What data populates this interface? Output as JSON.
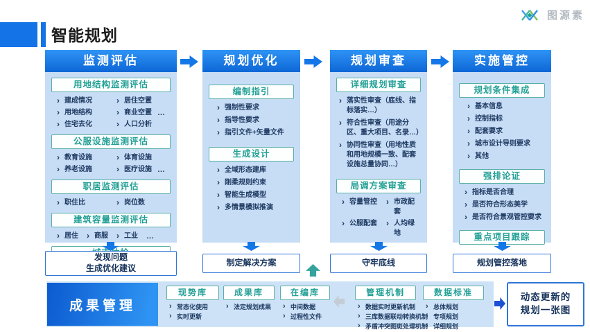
{
  "header": {
    "title": "智能规划",
    "logo": "图源素"
  },
  "colors": {
    "primary_blue": "#1377E8",
    "header_gradient": [
      "#2F93F5",
      "#0D67D6"
    ],
    "column_bg": "#C7DCF5",
    "teal_border": "#58B0A8",
    "teal_text": "#23A096",
    "navy_text": "#1F3B63",
    "result_border": "#2E75D6",
    "panel_bg": "#CDE2F6",
    "cg_gradient": [
      "#0C5BD0",
      "#2E93F2"
    ],
    "up_arrow_teal": "#35A39B",
    "gray_arrow": "#C4CDD6",
    "dark_blue_arrow": "#1A4FD6"
  },
  "columns": [
    {
      "title": "监测评估",
      "boxes": [
        {
          "title": "用地结构监测评估",
          "rows": [
            [
              "建成情况",
              "居住空置"
            ],
            [
              "用地结构",
              "商业空置"
            ],
            [
              "住宅去化",
              "人口分析"
            ]
          ],
          "more": "…"
        },
        {
          "title": "公服设施监测评估",
          "rows": [
            [
              "教育设施",
              "体育设施"
            ],
            [
              "养老设施",
              "医疗设施"
            ]
          ],
          "more": "…"
        },
        {
          "title": "职居监测评估",
          "rows": [
            [
              "职住比",
              "岗位数"
            ]
          ]
        },
        {
          "title": "建筑容量监测评估",
          "row": [
            "居住",
            "商服",
            "工业"
          ],
          "more": "…"
        },
        {
          "title": "城市体检"
        }
      ],
      "result": "发现问题\n生成优化建议"
    },
    {
      "title": "规划优化",
      "boxes": [
        {
          "title": "编制指引",
          "items": [
            "强制性要求",
            "指导性要求",
            "指引文件+矢量文件"
          ]
        },
        {
          "title": "生成设计",
          "items": [
            "全域形态建库",
            "刚柔规则约束",
            "智能生成模型",
            "多情景模拟推演"
          ]
        }
      ],
      "result": "制定解决方案"
    },
    {
      "title": "规划审查",
      "boxes": [
        {
          "title": "详细规划审查",
          "items": [
            "落实性审查（底线、指标落实…）",
            "符合性审查（用途分区、重大项目、名录…）",
            "协同性审查（用地性质和用地规模一致、配套设施总量协同…）"
          ]
        },
        {
          "title": "局调方案审查",
          "rows": [
            [
              "容量管控",
              "市政配套"
            ],
            [
              "公服配套",
              "人均绿地"
            ]
          ],
          "more": "…"
        }
      ],
      "result": "守牢底线"
    },
    {
      "title": "实施管控",
      "boxes": [
        {
          "title": "规划条件集成",
          "items": [
            "基本信息",
            "控制指标",
            "配套要求",
            "城市设计导则要求",
            "其他"
          ]
        },
        {
          "title": "强排论证",
          "items": [
            "指标是否合理",
            "是否符合形态美学",
            "是否符合景观管控要求"
          ]
        },
        {
          "title": "重点项目跟踪"
        }
      ],
      "result": "规划管控落地"
    }
  ],
  "bottom": {
    "main_label": "成果管理",
    "groups": [
      {
        "title": "现势库",
        "items": [
          "常态化使用",
          "实时更新"
        ]
      },
      {
        "title": "成果库",
        "items": [
          "法定规划成果"
        ]
      },
      {
        "title": "在编库",
        "items": [
          "中间数据",
          "过程性文件"
        ]
      },
      {
        "title": "管理机制",
        "items": [
          "数据实时更新机制",
          "三库数据联动转换机制",
          "矛盾冲突图斑处理机制"
        ]
      },
      {
        "title": "数据标准",
        "items": [
          "总体规划",
          "专项规划",
          "详细规划"
        ]
      }
    ],
    "output_label": "动态更新的\n规划一张图"
  }
}
